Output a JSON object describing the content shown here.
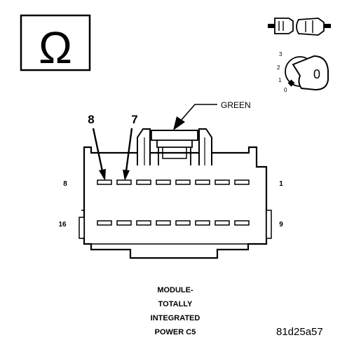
{
  "diagram": {
    "ohm_symbol": "Ω",
    "wire_color_label": "GREEN",
    "pin_callouts": [
      "8",
      "7"
    ],
    "key_positions": [
      "3",
      "2",
      "1",
      "0"
    ],
    "key_readout": "0",
    "pin_numbers": {
      "top_left": "8",
      "top_right": "1",
      "bottom_left": "16",
      "bottom_right": "9"
    },
    "caption_lines": [
      "MODULE-",
      "TOTALLY",
      "INTEGRATED",
      "POWER C5"
    ],
    "figure_id": "81d25a57",
    "icons": [
      "ohmmeter-icon",
      "connector-icon",
      "ignition-key-icon"
    ]
  }
}
